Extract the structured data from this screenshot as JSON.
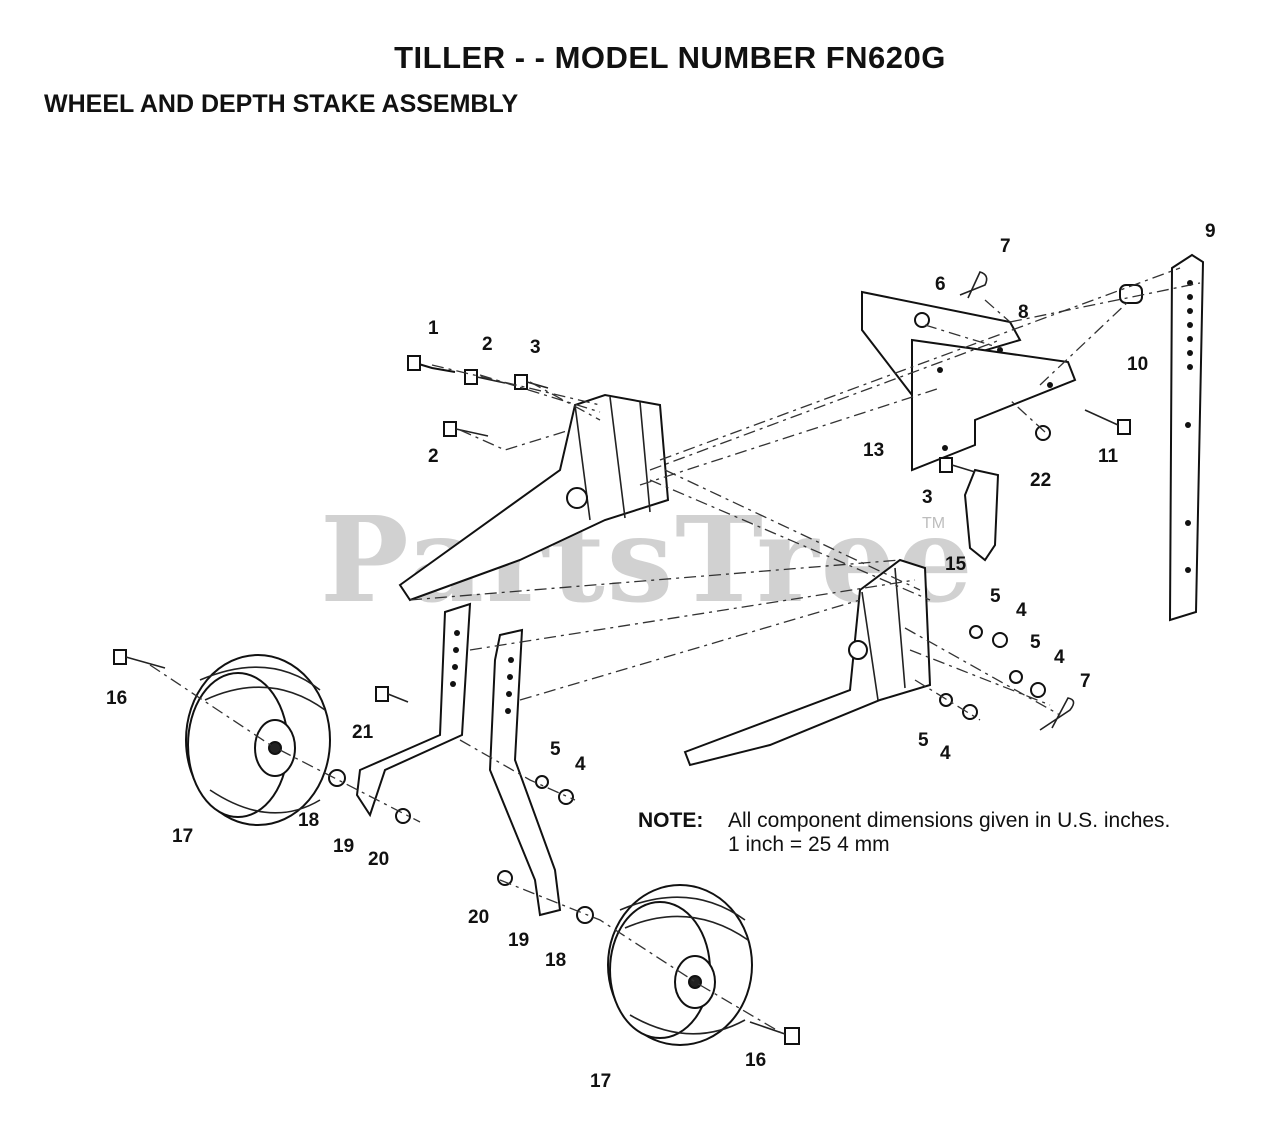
{
  "title": "TILLER - - MODEL NUMBER FN620G",
  "subtitle": "WHEEL AND DEPTH STAKE ASSEMBLY",
  "watermark": "PartsTree",
  "watermark_tm": "TM",
  "note": {
    "label": "NOTE:",
    "line1": "All component dimensions given in U.S. inches.",
    "line2": "1 inch = 25 4 mm"
  },
  "callouts": {
    "c1": "1",
    "c2a": "2",
    "c2b": "2",
    "c3a": "3",
    "c3b": "3",
    "c4a": "4",
    "c4b": "4",
    "c4c": "4",
    "c4d": "4",
    "c5a": "5",
    "c5b": "5",
    "c5c": "5",
    "c5d": "5",
    "c6": "6",
    "c7a": "7",
    "c7b": "7",
    "c8": "8",
    "c9": "9",
    "c10": "10",
    "c11": "11",
    "c13": "13",
    "c15": "15",
    "c16a": "16",
    "c16b": "16",
    "c17a": "17",
    "c17b": "17",
    "c18a": "18",
    "c18b": "18",
    "c19a": "19",
    "c19b": "19",
    "c20a": "20",
    "c20b": "20",
    "c21": "21",
    "c22": "22"
  }
}
